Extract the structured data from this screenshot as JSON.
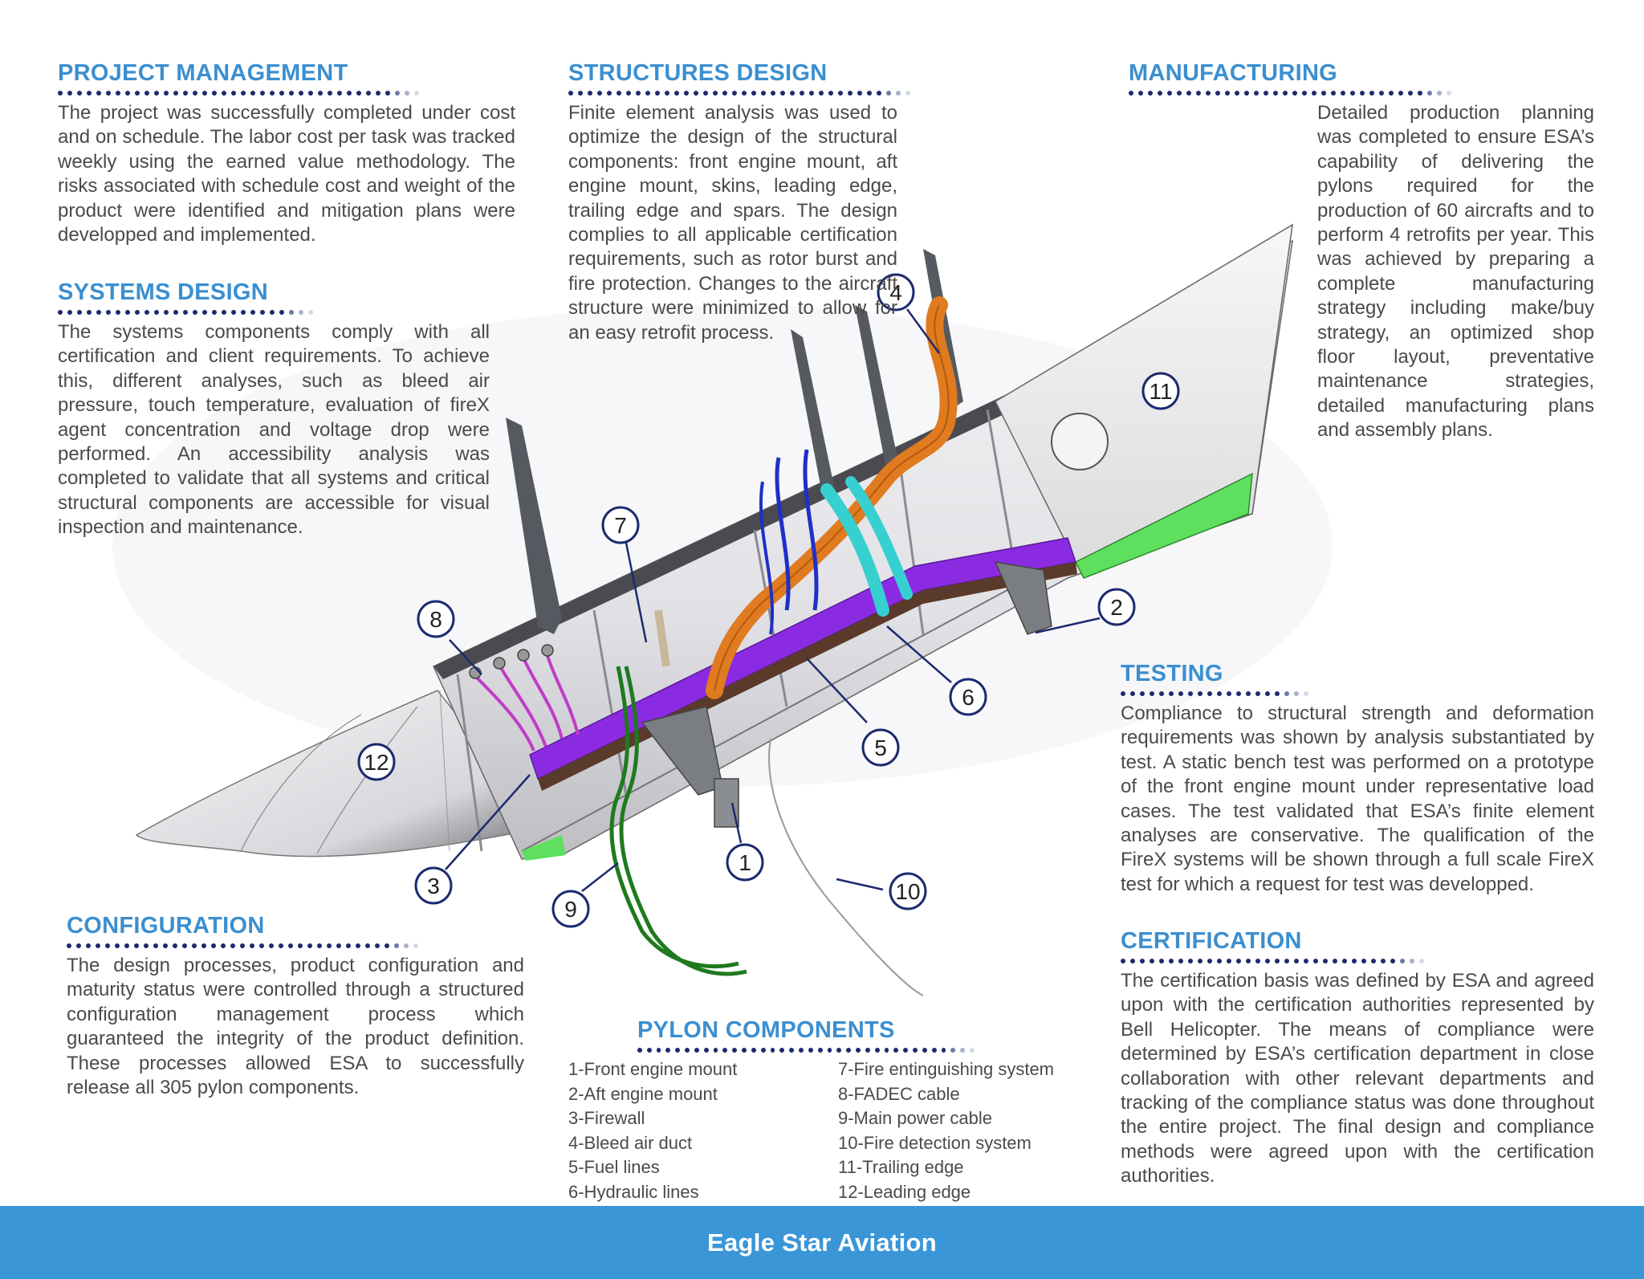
{
  "sections": {
    "project_management": {
      "title": "PROJECT MANAGEMENT",
      "body": "The project was successfully completed under cost and on schedule. The labor cost per task was tracked weekly using the earned value methodology. The risks associated with schedule cost and weight of the product were identified and mitigation plans were developped and implemented."
    },
    "systems_design": {
      "title": "SYSTEMS DESIGN",
      "body": "The systems components comply with all certification and client requirements. To achieve this, different analyses, such as bleed air pressure, touch temperature, evaluation of fireX agent concentration and voltage drop were performed. An accessibility analysis was completed to validate that all systems and critical structural components are accessible for visual inspection and maintenance."
    },
    "structures_design": {
      "title": "STRUCTURES DESIGN",
      "body": "Finite element analysis was used to optimize the design of the structural components: front engine mount, aft engine mount, skins, leading edge, trailing edge and spars. The design complies to all applicable certification requirements, such as rotor burst and fire protection. Changes to the aircraft structure were minimized to allow for an easy retrofit process."
    },
    "manufacturing": {
      "title": "MANUFACTURING",
      "body": "Detailed production planning was completed to ensure ESA’s capability of delivering the pylons required for the production of 60 aircrafts and to perform 4 retrofits per year. This was achieved by preparing a complete manufacturing strategy including make/buy strategy, an optimized shop floor layout, preventative maintenance strategies, detailed manufacturing plans and assembly plans."
    },
    "testing": {
      "title": "TESTING",
      "body": "Compliance to structural strength and deformation requirements was shown by analysis substantiated by test. A static bench test was performed on a prototype of the front engine mount under representative load cases. The test validated that ESA’s finite element analyses are conservative. The qualification of the FireX systems will be shown through a full scale FireX test for which a request for test was developped."
    },
    "certification": {
      "title": "CERTIFICATION",
      "body": "The certification basis was defined by ESA and agreed upon with the certification authorities represented by Bell Helicopter. The means of compliance were determined by ESA’s certification department in close collaboration with other relevant departments and tracking of the compliance status was done throughout the entire project. The final design and compliance methods were agreed upon with the certification authorities."
    },
    "configuration": {
      "title": "CONFIGURATION",
      "body": "The design processes, product configuration and maturity status were controlled through a structured configuration management process which guaranteed the integrity of the product definition.  These processes allowed ESA to successfully release all 305 pylon components."
    },
    "pylon_components": {
      "title": "PYLON COMPONENTS",
      "items": [
        "1-Front engine mount",
        "2-Aft engine mount",
        "3-Firewall",
        "4-Bleed air duct",
        "5-Fuel lines",
        "6-Hydraulic lines",
        "7-Fire entinguishing system",
        "8-FADEC cable",
        "9-Main power cable",
        "10-Fire detection system",
        "11-Trailing edge",
        "12-Leading edge"
      ]
    }
  },
  "callouts": [
    "1",
    "2",
    "3",
    "4",
    "5",
    "6",
    "7",
    "8",
    "9",
    "10",
    "11",
    "12"
  ],
  "colors": {
    "heading": "#3b8fd0",
    "footer": "#3a96d6",
    "firewall": "#8a2be2",
    "bleed_duct": "#e07b1f",
    "fadec": "#c03cc8",
    "power_cable": "#1e7a1e",
    "green_seal": "#5ee05e",
    "fuel": "#1f2fc8",
    "hydraulic": "#37d0d0"
  },
  "footer": {
    "company": "Eagle Star Aviation"
  }
}
